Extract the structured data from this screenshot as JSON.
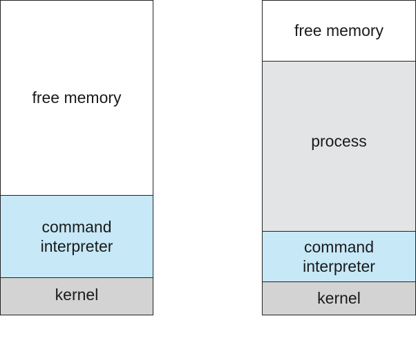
{
  "left_stack": {
    "free_memory": "free memory",
    "command_interpreter_line1": "command",
    "command_interpreter_line2": "interpreter",
    "kernel": "kernel"
  },
  "right_stack": {
    "free_memory": "free memory",
    "process": "process",
    "command_interpreter_line1": "command",
    "command_interpreter_line2": "interpreter",
    "kernel": "kernel"
  },
  "colors": {
    "command_interpreter": "#c6e8f7",
    "kernel": "#d3d3d4",
    "process": "#e3e4e6",
    "free_memory": "#ffffff",
    "border": "#222222"
  }
}
